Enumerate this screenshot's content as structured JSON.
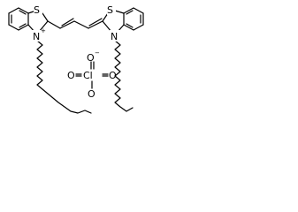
{
  "molecule": {
    "left_sulfur": "S",
    "right_sulfur": "S",
    "left_nitrogen": "N",
    "left_nitrogen_charge": "+",
    "right_nitrogen": "N"
  },
  "perchlorate": {
    "chlorine": "Cl",
    "oxygen_top": "O",
    "oxygen_top_charge": "−",
    "oxygen_left": "O",
    "oxygen_right": "O",
    "oxygen_bottom": "O"
  }
}
